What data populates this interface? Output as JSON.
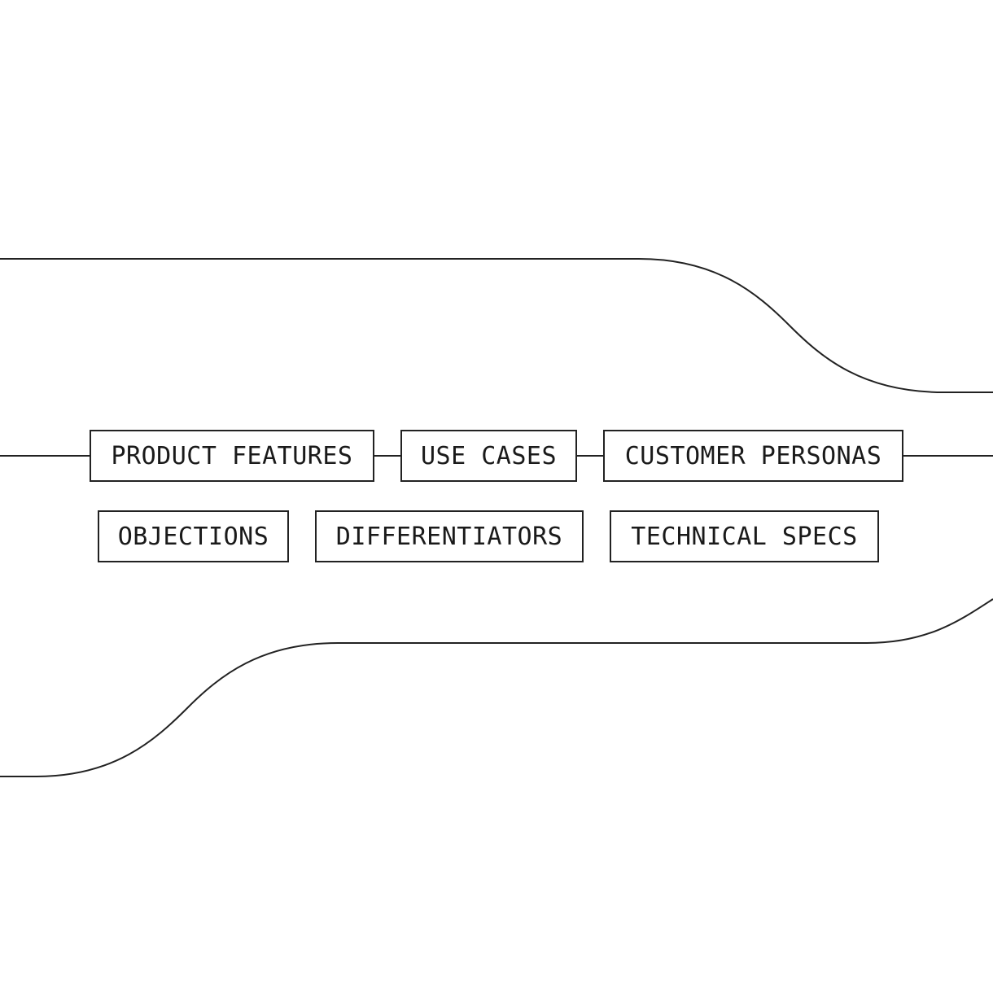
{
  "diagram": {
    "line_color": "#222222",
    "tags": [
      {
        "label": "PRODUCT FEATURES"
      },
      {
        "label": "USE CASES"
      },
      {
        "label": "CUSTOMER PERSONAS"
      },
      {
        "label": "OBJECTIONS"
      },
      {
        "label": "DIFFERENTIATORS"
      },
      {
        "label": "TECHNICAL SPECS"
      }
    ]
  }
}
